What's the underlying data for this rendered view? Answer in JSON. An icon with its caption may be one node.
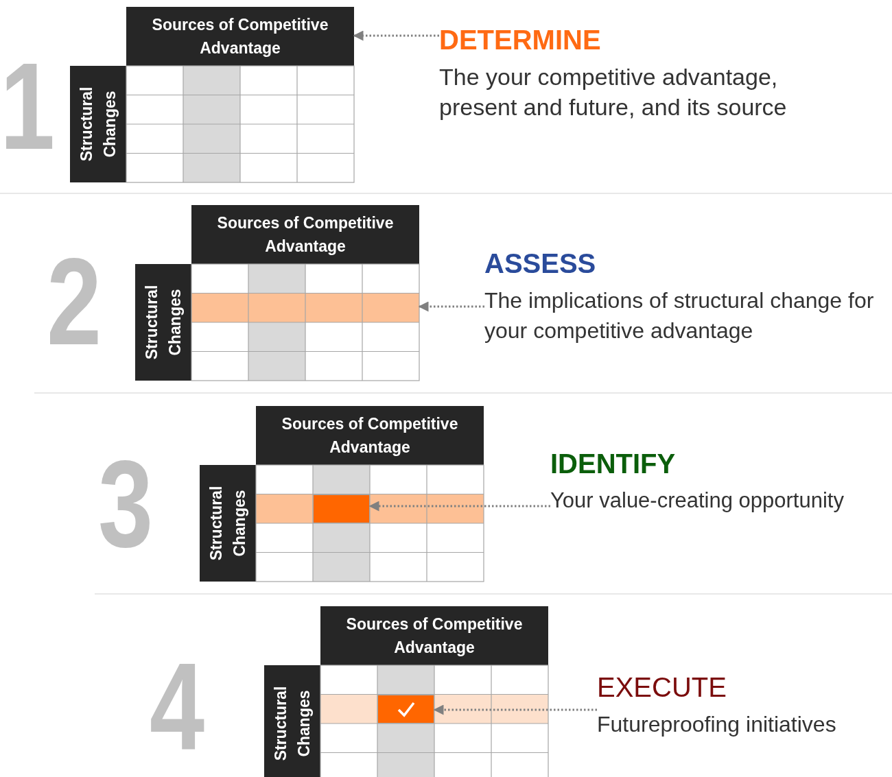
{
  "diagram": {
    "nodes": [
      {
        "text": [
          "Sources of Competitive Advantage"
        ]
      },
      {
        "text": [
          "Structural Changes"
        ]
      },
      {
        "text": [
          "DETERMINE",
          "The your competitive advantage, present and future, and its source"
        ]
      },
      {
        "text": [
          "Sources of Competitive Advantage"
        ]
      },
      {
        "text": [
          "Structural Changes"
        ]
      },
      {
        "text": [],
        "shape": "bar"
      },
      {
        "text": [
          "ASSESS",
          "The implications of structural change for your competitive advantage"
        ]
      },
      {
        "text": [
          "Sources of Competitive Advantage"
        ]
      },
      {
        "text": [
          "Structural Changes"
        ]
      },
      {
        "text": [],
        "shape": "box"
      },
      {
        "text": [
          "IDENTIFY",
          "Your value-creating opportunity"
        ]
      },
      {
        "text": [
          "Sources of Competitive Advantage"
        ]
      },
      {
        "text": [
          "Structural Changes"
        ]
      },
      {
        "text": [],
        "shape": "box"
      },
      {
        "text": [
          "EXECUTE",
          "Futureproofing initiatives"
        ]
      }
    ],
    "edges": [
      {
        "from": 2,
        "to": 0,
        "arrow": "to",
        "style": "dashed"
      },
      {
        "from": 6,
        "to": 5,
        "arrow": "to",
        "style": "dashed"
      },
      {
        "from": 10,
        "to": 9,
        "arrow": "to",
        "style": "dashed"
      },
      {
        "from": 14,
        "to": 13,
        "arrow": "to",
        "style": "dashed"
      }
    ],
    "labels": [
      "1",
      "2",
      "3",
      "4"
    ]
  }
}
